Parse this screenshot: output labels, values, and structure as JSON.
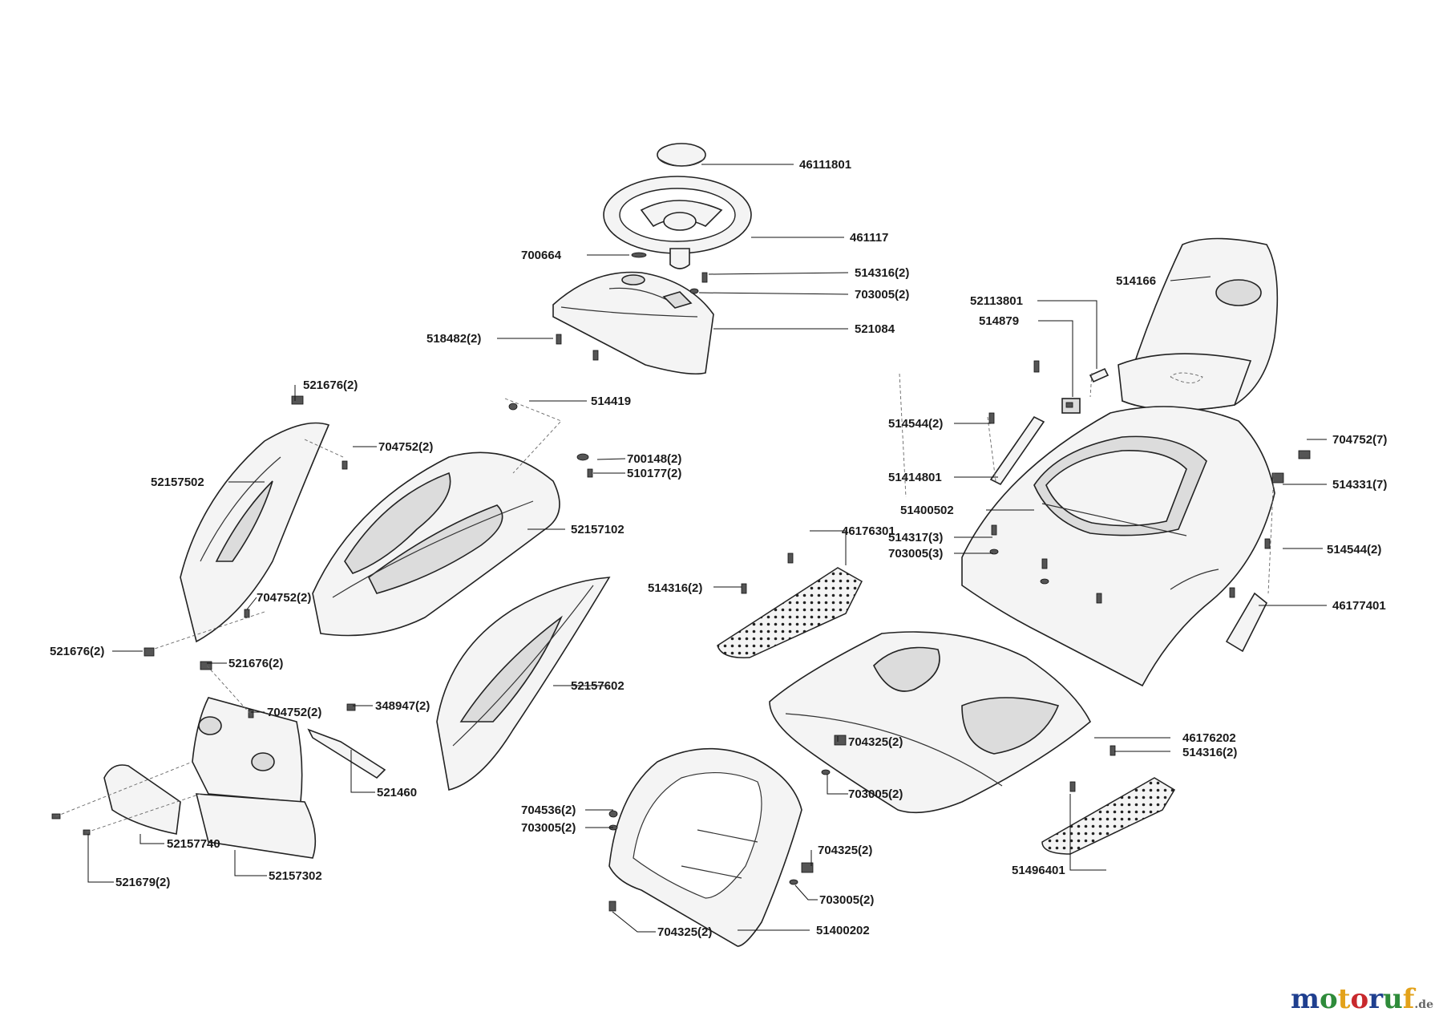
{
  "diagram": {
    "callouts": {
      "c46111801": "46111801",
      "c461117": "461117",
      "c700664": "700664",
      "c514316_a": "514316(2)",
      "c703005_a": "703005(2)",
      "c521084": "521084",
      "c518482": "518482(2)",
      "c514166": "514166",
      "c52113801": "52113801",
      "c514879": "514879",
      "c521676_a": "521676(2)",
      "c514419": "514419",
      "c704752_a": "704752(2)",
      "c700148": "700148(2)",
      "c510177": "510177(2)",
      "c52157502": "52157502",
      "c52157102": "52157102",
      "c514544_a": "514544(2)",
      "c704752_7": "704752(7)",
      "c51414801": "51414801",
      "c514331": "514331(7)",
      "c51400502": "51400502",
      "c46176301": "46176301",
      "c514317": "514317(3)",
      "c703005_b": "703005(3)",
      "c514544_b": "514544(2)",
      "c514316_b": "514316(2)",
      "c704752_b": "704752(2)",
      "c46177401": "46177401",
      "c521676_b": "521676(2)",
      "c521676_c": "521676(2)",
      "c52157602": "52157602",
      "c704752_c": "704752(2)",
      "c348947": "348947(2)",
      "c46176202": "46176202",
      "c704325_a": "704325(2)",
      "c514316_c": "514316(2)",
      "c521460": "521460",
      "c703005_c": "703005(2)",
      "c704536": "704536(2)",
      "c703005_d": "703005(2)",
      "c52157740": "52157740",
      "c704325_b": "704325(2)",
      "c51496401": "51496401",
      "c52157302": "52157302",
      "c703005_e": "703005(2)",
      "c521679": "521679(2)",
      "c704325_c": "704325(2)",
      "c51400202": "51400202"
    }
  },
  "watermark": {
    "brand": "motoruf",
    "suffix": ".de",
    "colors": [
      "#1f3f8f",
      "#2e8b3a",
      "#e3a21a",
      "#c8282d",
      "#1f3f8f",
      "#2e8b3a",
      "#e3a21a"
    ]
  }
}
